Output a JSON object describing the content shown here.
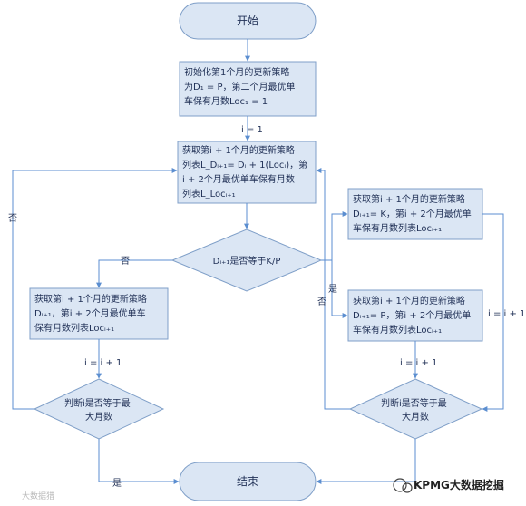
{
  "nodes": {
    "start": "开始",
    "init": [
      "初始化第1个月的更新策略",
      "为D₁ = P，第二个月最优单",
      "车保有月数Loc₁ = 1"
    ],
    "fetch_main": [
      "获取第i + 1个月的更新策略",
      "列表L_Dᵢ₊₁= Dᵢ + 1(Locᵢ)，第",
      "i + 2个月最优单车保有月数",
      "列表L_Locᵢ₊₁"
    ],
    "decision_kp": "Dᵢ₊₁是否等于K/P",
    "left_fetch": [
      "获取第i + 1个月的更新策略",
      "Dᵢ₊₁，第i + 2个月最优单车",
      "保有月数列表Locᵢ₊₁"
    ],
    "right_fetch_k": [
      "获取第i + 1个月的更新策略",
      "Dᵢ₊₁= K，第i + 2个月最优单",
      "车保有月数列表Locᵢ₊₁"
    ],
    "right_fetch_p": [
      "获取第i + 1个月的更新策略",
      "Dᵢ₊₁= P，第i + 2个月最优单",
      "车保有月数列表Locᵢ₊₁"
    ],
    "check_left": [
      "判断i是否等于最",
      "大月数"
    ],
    "check_right": [
      "判断i是否等于最",
      "大月数"
    ],
    "end": "结束"
  },
  "edges": {
    "i_equals_1": "i = 1",
    "no_kp": "否",
    "yes_kp": "是",
    "no_kp_right": "否",
    "left_loop_no": "否",
    "left_increment": "i = i + 1",
    "right_increment": "i = i + 1",
    "right_loop": "i = i + 1",
    "yes_end": "是"
  },
  "watermark": {
    "brand": "KPMG大数据挖掘",
    "faint": "大数据猎"
  },
  "colors": {
    "box_fill": "#dbe6f4",
    "box_stroke": "#7f9fc8",
    "line": "#5b8ed0",
    "text": "#1f2f55"
  }
}
